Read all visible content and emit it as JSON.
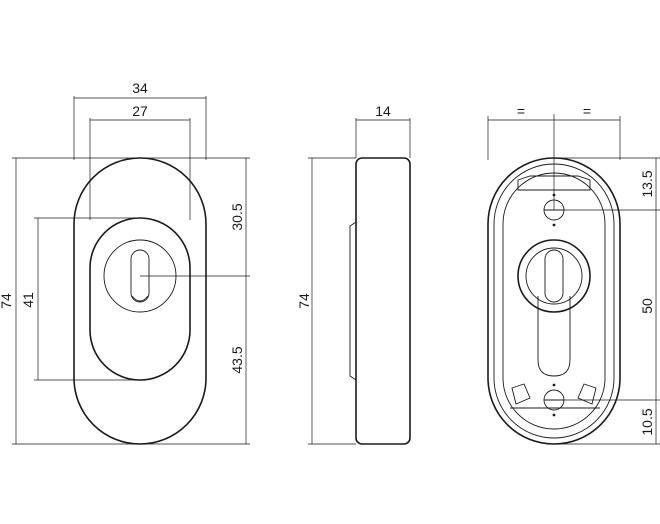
{
  "front_view": {
    "dims": {
      "outer_width": "34",
      "inner_width": "27",
      "total_height": "74",
      "rosette_height": "41",
      "upper_to_center": "30.5",
      "lower_to_center": "43.5"
    }
  },
  "side_view": {
    "dims": {
      "depth": "14",
      "total_height": "74"
    }
  },
  "back_view": {
    "dims": {
      "equal_left": "=",
      "equal_right": "=",
      "top_to_hole": "13.5",
      "hole_to_hole": "50",
      "hole_to_bottom": "10.5"
    }
  },
  "colors": {
    "line": "#1a1a1a",
    "background": "#ffffff"
  }
}
